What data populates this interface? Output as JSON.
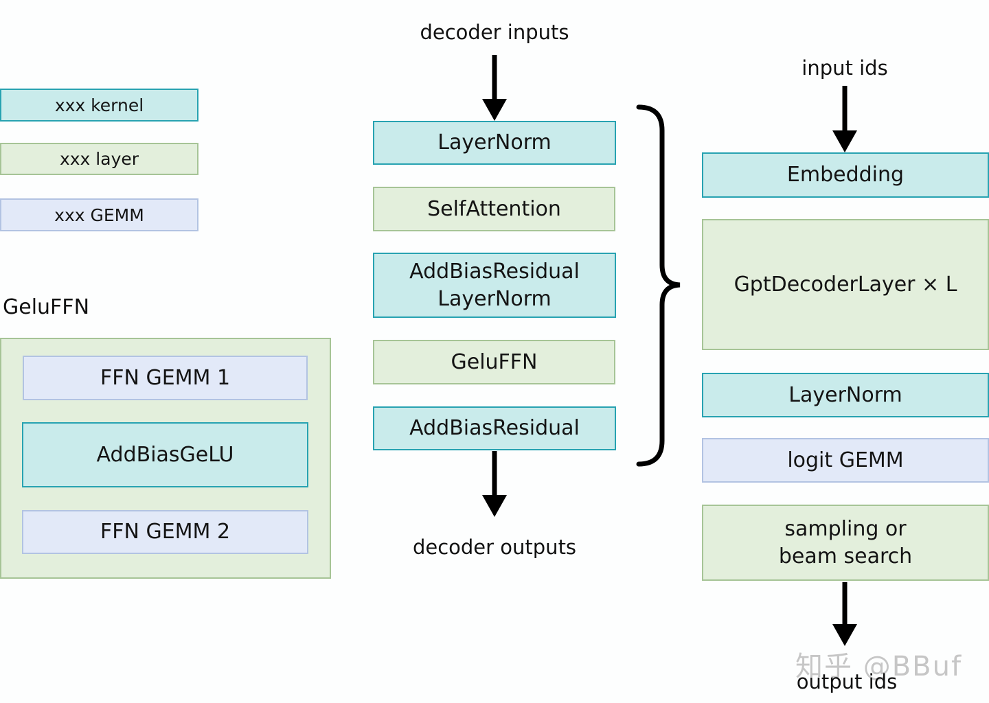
{
  "colors": {
    "kernel_fill": "#c9ebeb",
    "kernel_border": "#27a2b1",
    "layer_fill": "#e3efdc",
    "layer_border": "#a6c496",
    "gemm_fill": "#e2e9f8",
    "gemm_border": "#b2c3e2",
    "arrow": "#000000",
    "watermark": "#c6c6c6"
  },
  "legend": {
    "items": [
      {
        "label": "xxx kernel",
        "type": "kernel"
      },
      {
        "label": "xxx layer",
        "type": "layer"
      },
      {
        "label": "xxx GEMM",
        "type": "gemm"
      }
    ]
  },
  "gelu_ffn_group": {
    "title": "GeluFFN",
    "boxes": [
      {
        "label": "FFN GEMM 1",
        "type": "gemm"
      },
      {
        "label": "AddBiasGeLU",
        "type": "kernel"
      },
      {
        "label": "FFN GEMM 2",
        "type": "gemm"
      }
    ]
  },
  "decoder_column": {
    "input_label": "decoder inputs",
    "boxes": [
      {
        "label": "LayerNorm",
        "type": "kernel"
      },
      {
        "label": "SelfAttention",
        "type": "layer"
      },
      {
        "label": "AddBiasResidual\nLayerNorm",
        "type": "kernel"
      },
      {
        "label": "GeluFFN",
        "type": "layer"
      },
      {
        "label": "AddBiasResidual",
        "type": "kernel"
      }
    ],
    "output_label": "decoder outputs"
  },
  "pipeline_column": {
    "input_label": "input ids",
    "boxes": [
      {
        "label": "Embedding",
        "type": "kernel"
      },
      {
        "label": "GptDecoderLayer × L",
        "type": "layer"
      },
      {
        "label": "LayerNorm",
        "type": "kernel"
      },
      {
        "label": "logit GEMM",
        "type": "gemm"
      },
      {
        "label": "sampling or\nbeam search",
        "type": "layer"
      }
    ],
    "output_label": "output ids"
  },
  "watermark": "知乎 @BBuf"
}
